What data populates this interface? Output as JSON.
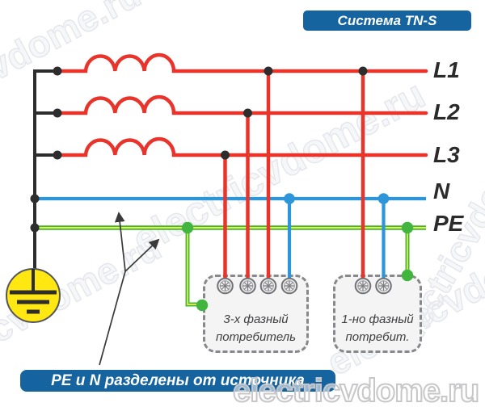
{
  "title": "Система TN-S",
  "caption": "PE и N разделены от источника",
  "watermark": "electricvdome.ru",
  "line_labels": {
    "l1": "L1",
    "l2": "L2",
    "l3": "L3",
    "n": "N",
    "pe": "PE"
  },
  "consumers": {
    "three_phase": {
      "line1": "3-х фазный",
      "line2": "потребитель"
    },
    "single_phase": {
      "line1": "1-но фазный",
      "line2": "потребит."
    }
  },
  "colors": {
    "accent_blue": "#15639f",
    "phase_red": "#e8342a",
    "neutral_blue": "#2e96d8",
    "pe_green": "#41b53e",
    "pe_yellow": "#e9ee44",
    "ground_yellow": "#ffe712",
    "wire_black": "#2d2d2d"
  }
}
